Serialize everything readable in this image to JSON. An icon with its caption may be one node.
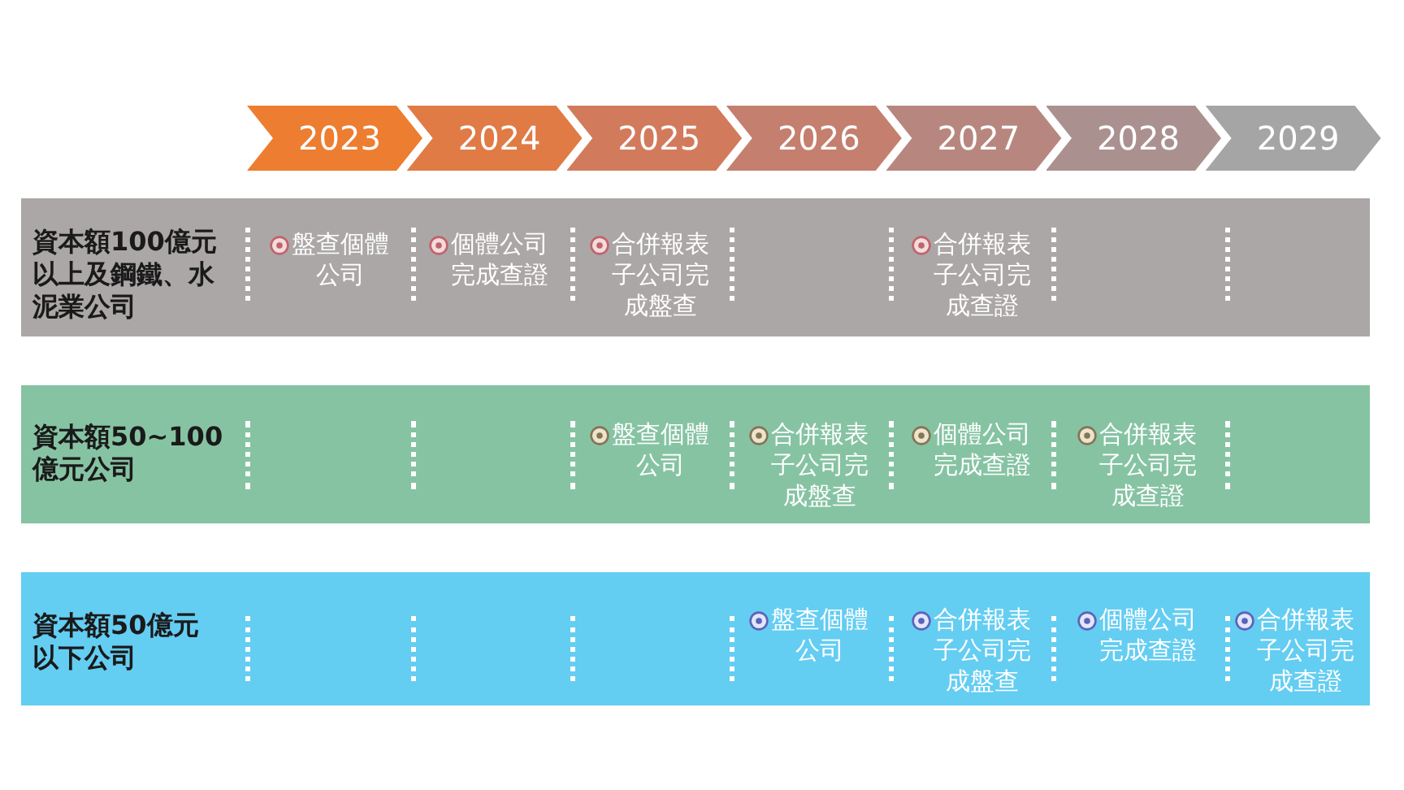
{
  "diagram": {
    "nodes": [
      {
        "text": [
          "2023"
        ]
      },
      {
        "text": [
          "2024"
        ]
      },
      {
        "text": [
          "2025"
        ]
      },
      {
        "text": [
          "2026"
        ]
      },
      {
        "text": [
          "2027"
        ]
      },
      {
        "text": [
          "2028"
        ]
      },
      {
        "text": [
          "2029"
        ]
      },
      {
        "text": [
          "資本額100億元以上及鋼鐵、水泥業公司",
          "盤查個體公司",
          "個體公司完成查證",
          "合併報表子公司完成盤查",
          "合併報表子公司完成查證"
        ]
      },
      {
        "text": [
          "資本額50~100億元公司",
          "盤查個體公司",
          "合併報表子公司完成盤查",
          "個體公司完成查證",
          "合併報表子公司完成查證"
        ]
      },
      {
        "text": [
          "資本額50億元以下公司",
          "盤查個體公司",
          "合併報表子公司完成盤查",
          "個體公司完成查證",
          "合併報表子公司完成查證"
        ]
      }
    ]
  }
}
